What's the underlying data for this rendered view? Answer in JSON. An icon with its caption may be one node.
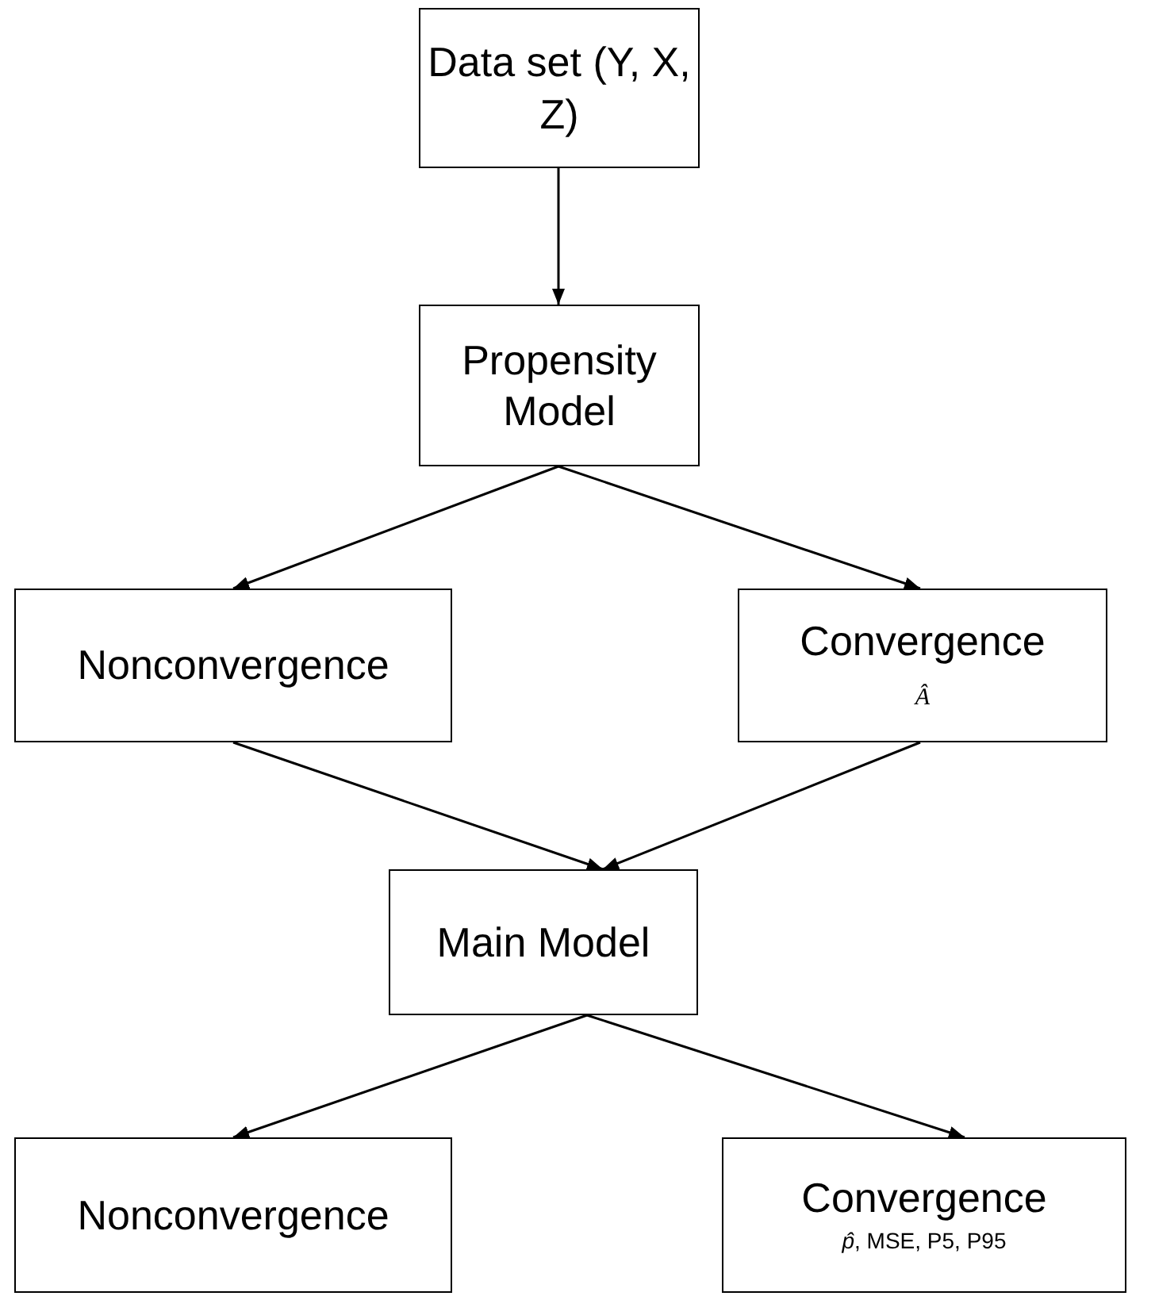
{
  "diagram": {
    "nodes": [
      {
        "text": [
          "Data set (Y, X, Z)"
        ]
      },
      {
        "text": [
          "Propensity Model"
        ]
      },
      {
        "text": [
          "Nonconvergence"
        ]
      },
      {
        "text": [
          "Convergence",
          "Â"
        ]
      },
      {
        "text": [
          "Main Model"
        ]
      },
      {
        "text": [
          "Nonconvergence"
        ]
      },
      {
        "text": [
          "Convergence",
          "*p̂*, MSE, P5, P95"
        ]
      }
    ],
    "edges": [
      {
        "from": 0,
        "to": 1,
        "arrow": "to"
      },
      {
        "from": 1,
        "to": 2,
        "arrow": "to"
      },
      {
        "from": 1,
        "to": 3,
        "arrow": "to"
      },
      {
        "from": 2,
        "to": 4,
        "arrow": "to"
      },
      {
        "from": 3,
        "to": 4,
        "arrow": "to"
      },
      {
        "from": 4,
        "to": 5,
        "arrow": "to"
      },
      {
        "from": 4,
        "to": 6,
        "arrow": "to"
      }
    ]
  }
}
